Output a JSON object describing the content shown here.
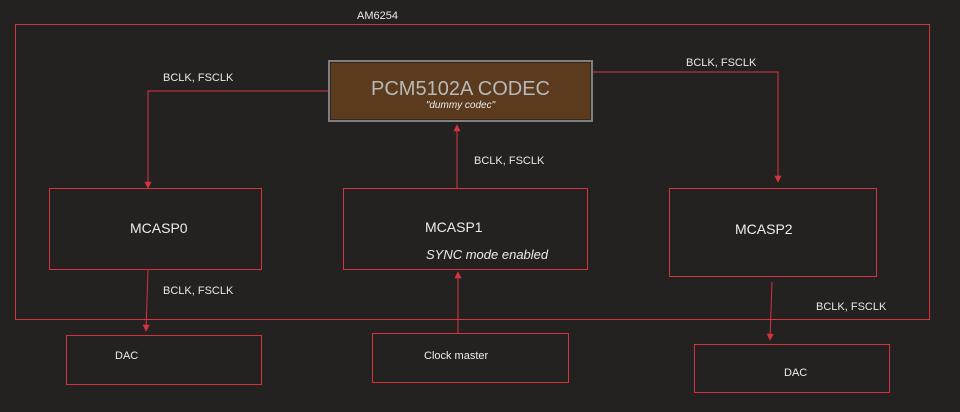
{
  "container": {
    "label": "AM6254"
  },
  "codec": {
    "title": "PCM5102A CODEC",
    "subtitle": "\"dummy codec\""
  },
  "blocks": {
    "mcasp0": {
      "title": "MCASP0"
    },
    "mcasp1": {
      "title": "MCASP1",
      "note": "SYNC mode enabled"
    },
    "mcasp2": {
      "title": "MCASP2"
    },
    "dac_left": {
      "title": "DAC"
    },
    "clock_master": {
      "title": "Clock master"
    },
    "dac_right": {
      "title": "DAC"
    }
  },
  "signals": {
    "codec_to_mcasp0": "BCLK, FSCLK",
    "codec_to_mcasp2": "BCLK, FSCLK",
    "mcasp1_to_codec": "BCLK, FSCLK",
    "mcasp0_to_dac": "BCLK, FSCLK",
    "mcasp2_to_dac": "BCLK, FSCLK"
  },
  "colors": {
    "background": "#242220",
    "line": "#d6333f",
    "codec_fill": "#5b3a1e"
  }
}
